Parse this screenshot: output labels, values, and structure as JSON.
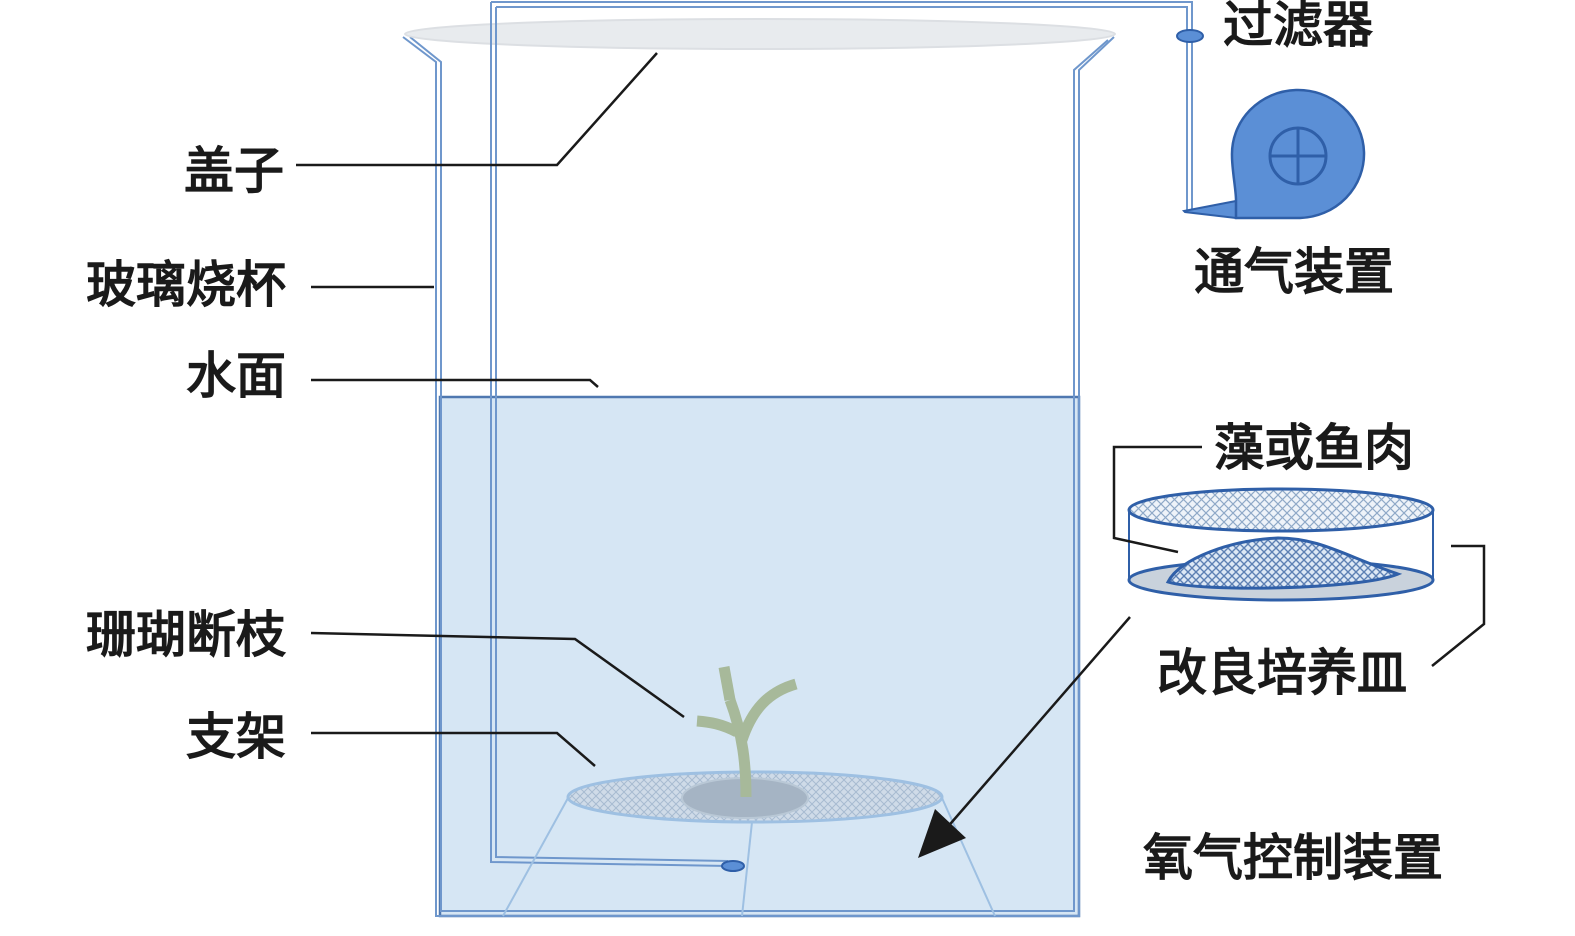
{
  "labels": {
    "lid": "盖子",
    "beaker": "玻璃烧杯",
    "water_surface": "水面",
    "coral_fragment": "珊瑚断枝",
    "stand": "支架",
    "filter": "过滤器",
    "aeration": "通气装置",
    "algae_or_fish": "藻或鱼肉",
    "modified_dish": "改良培养皿",
    "oxygen_control": "氧气控制装置"
  },
  "colors": {
    "beaker_outline": "#6f97cc",
    "water_fill": "#d6e6f4",
    "pump_fill": "#5b8fd6",
    "pump_stroke": "#2f5fa8",
    "coral": "#a7b99a",
    "leader_line": "#1a1a1a"
  },
  "icons": {
    "pump": "centrifugal-blower-icon",
    "arrow": "arrow-down-left-icon"
  }
}
